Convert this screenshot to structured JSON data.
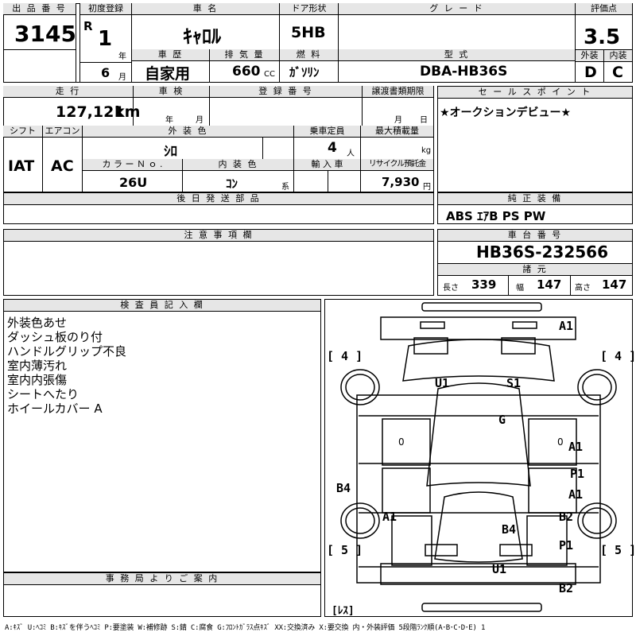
{
  "header": {
    "lot_label": "出 品 番 号",
    "lot_number": "3145",
    "first_reg_label": "初度登録",
    "era": "R",
    "year": "1",
    "year_unit": "年",
    "month": "6",
    "month_unit": "月",
    "car_name_label": "車 名",
    "car_name": "ｷｬﾛﾙ",
    "door_label": "ドア形状",
    "door": "5HB",
    "grade_label": "グ レ ー ド",
    "grade": "",
    "score_label": "評価点",
    "score": "3.5",
    "exterior_label": "外装",
    "exterior": "D",
    "interior_label": "内装",
    "interior": "C",
    "history_label": "車 歴",
    "history": "自家用",
    "displacement_label": "排 気 量",
    "displacement": "660",
    "displacement_unit": "CC",
    "fuel_label": "燃 料",
    "fuel": "ｶﾞｿﾘﾝ",
    "model_label": "型 式",
    "model": "DBA-HB36S"
  },
  "details": {
    "mileage_label": "走 行",
    "mileage": "127,121",
    "mileage_unit": "km",
    "inspection_label": "車 検",
    "insp_year_unit": "年",
    "insp_month_unit": "月",
    "reg_no_label": "登 録 番 号",
    "reg_no": "",
    "transfer_label": "譲渡書類期限",
    "transfer_month_unit": "月",
    "transfer_day_unit": "日",
    "shift_label": "シフト",
    "shift": "IAT",
    "ac_label": "エアコン",
    "ac": "AC",
    "color_label": "外 装 色",
    "color": "ｼﾛ",
    "capacity_label": "乗車定員",
    "capacity": "4",
    "capacity_unit": "人",
    "load_label": "最大積載量",
    "load_unit": "kg",
    "color_no_label": "カ ラ ー Ｎ ｏ .",
    "color_no": "26U",
    "int_color_label": "内 装 色",
    "int_color": "ｺﾝ",
    "int_color_unit": "系",
    "import_label": "輸 入 車",
    "recycle_label": "リサイクル預託金",
    "recycle": "7,930",
    "recycle_unit": "円",
    "later_parts_label": "後 日 発 送 部 品",
    "sales_point_label": "セ ー ル ス ポ イ ン ト",
    "sales_point": "★オークションデビュー★",
    "equipment_label": "純 正 装 備",
    "equipment": "ABS ｴｱB PS PW",
    "notes_label": "注 意 事 項 欄",
    "chassis_label": "車 台 番 号",
    "chassis": "HB36S-232566",
    "dims_label": "諸 元",
    "length_label": "長さ",
    "length": "339",
    "width_label": "幅",
    "width": "147",
    "height_label": "高さ",
    "height": "147"
  },
  "inspector": {
    "label": "検 査 員 記 入 欄",
    "lines": [
      "外装色あせ",
      "ダッシュ板のり付",
      "ハンドルグリップ不良",
      "室内薄汚れ",
      "室内内張傷",
      "シートへたり",
      "ホイールカバー A"
    ]
  },
  "office": {
    "label": "事 務 局 よ り ご 案 内"
  },
  "diagram": {
    "marks": {
      "a1_top": "A1",
      "u1": "U1",
      "s1": "S1",
      "g": "G",
      "a1_right1": "A1",
      "p1_right": "P1",
      "a1_right2": "A1",
      "b4_left": "B4",
      "a1_left": "A1",
      "b4_center": "B4",
      "b2_right": "B2",
      "p1_right2": "P1",
      "u1_bottom": "U1",
      "b2_bottom": "B2",
      "tl": "[ 4 ]",
      "tr": "[ 4 ]",
      "bl": "[ 5 ]",
      "br": "[ 5 ]",
      "bottom_left": "[ﾚｽ]"
    }
  },
  "legend": "A:ｷｽﾞ U:ﾍｺﾐ B:ｷｽﾞを伴うﾍｺﾐ P:要塗装 W:補修跡 S:錆 C:腐食 G:ﾌﾛﾝﾄｶﾞﾗｽ点ｷｽﾞ XX:交換済み X:要交換 内・外装評価 5段階ﾗﾝｸ順(A･B･C･D･E) 1"
}
